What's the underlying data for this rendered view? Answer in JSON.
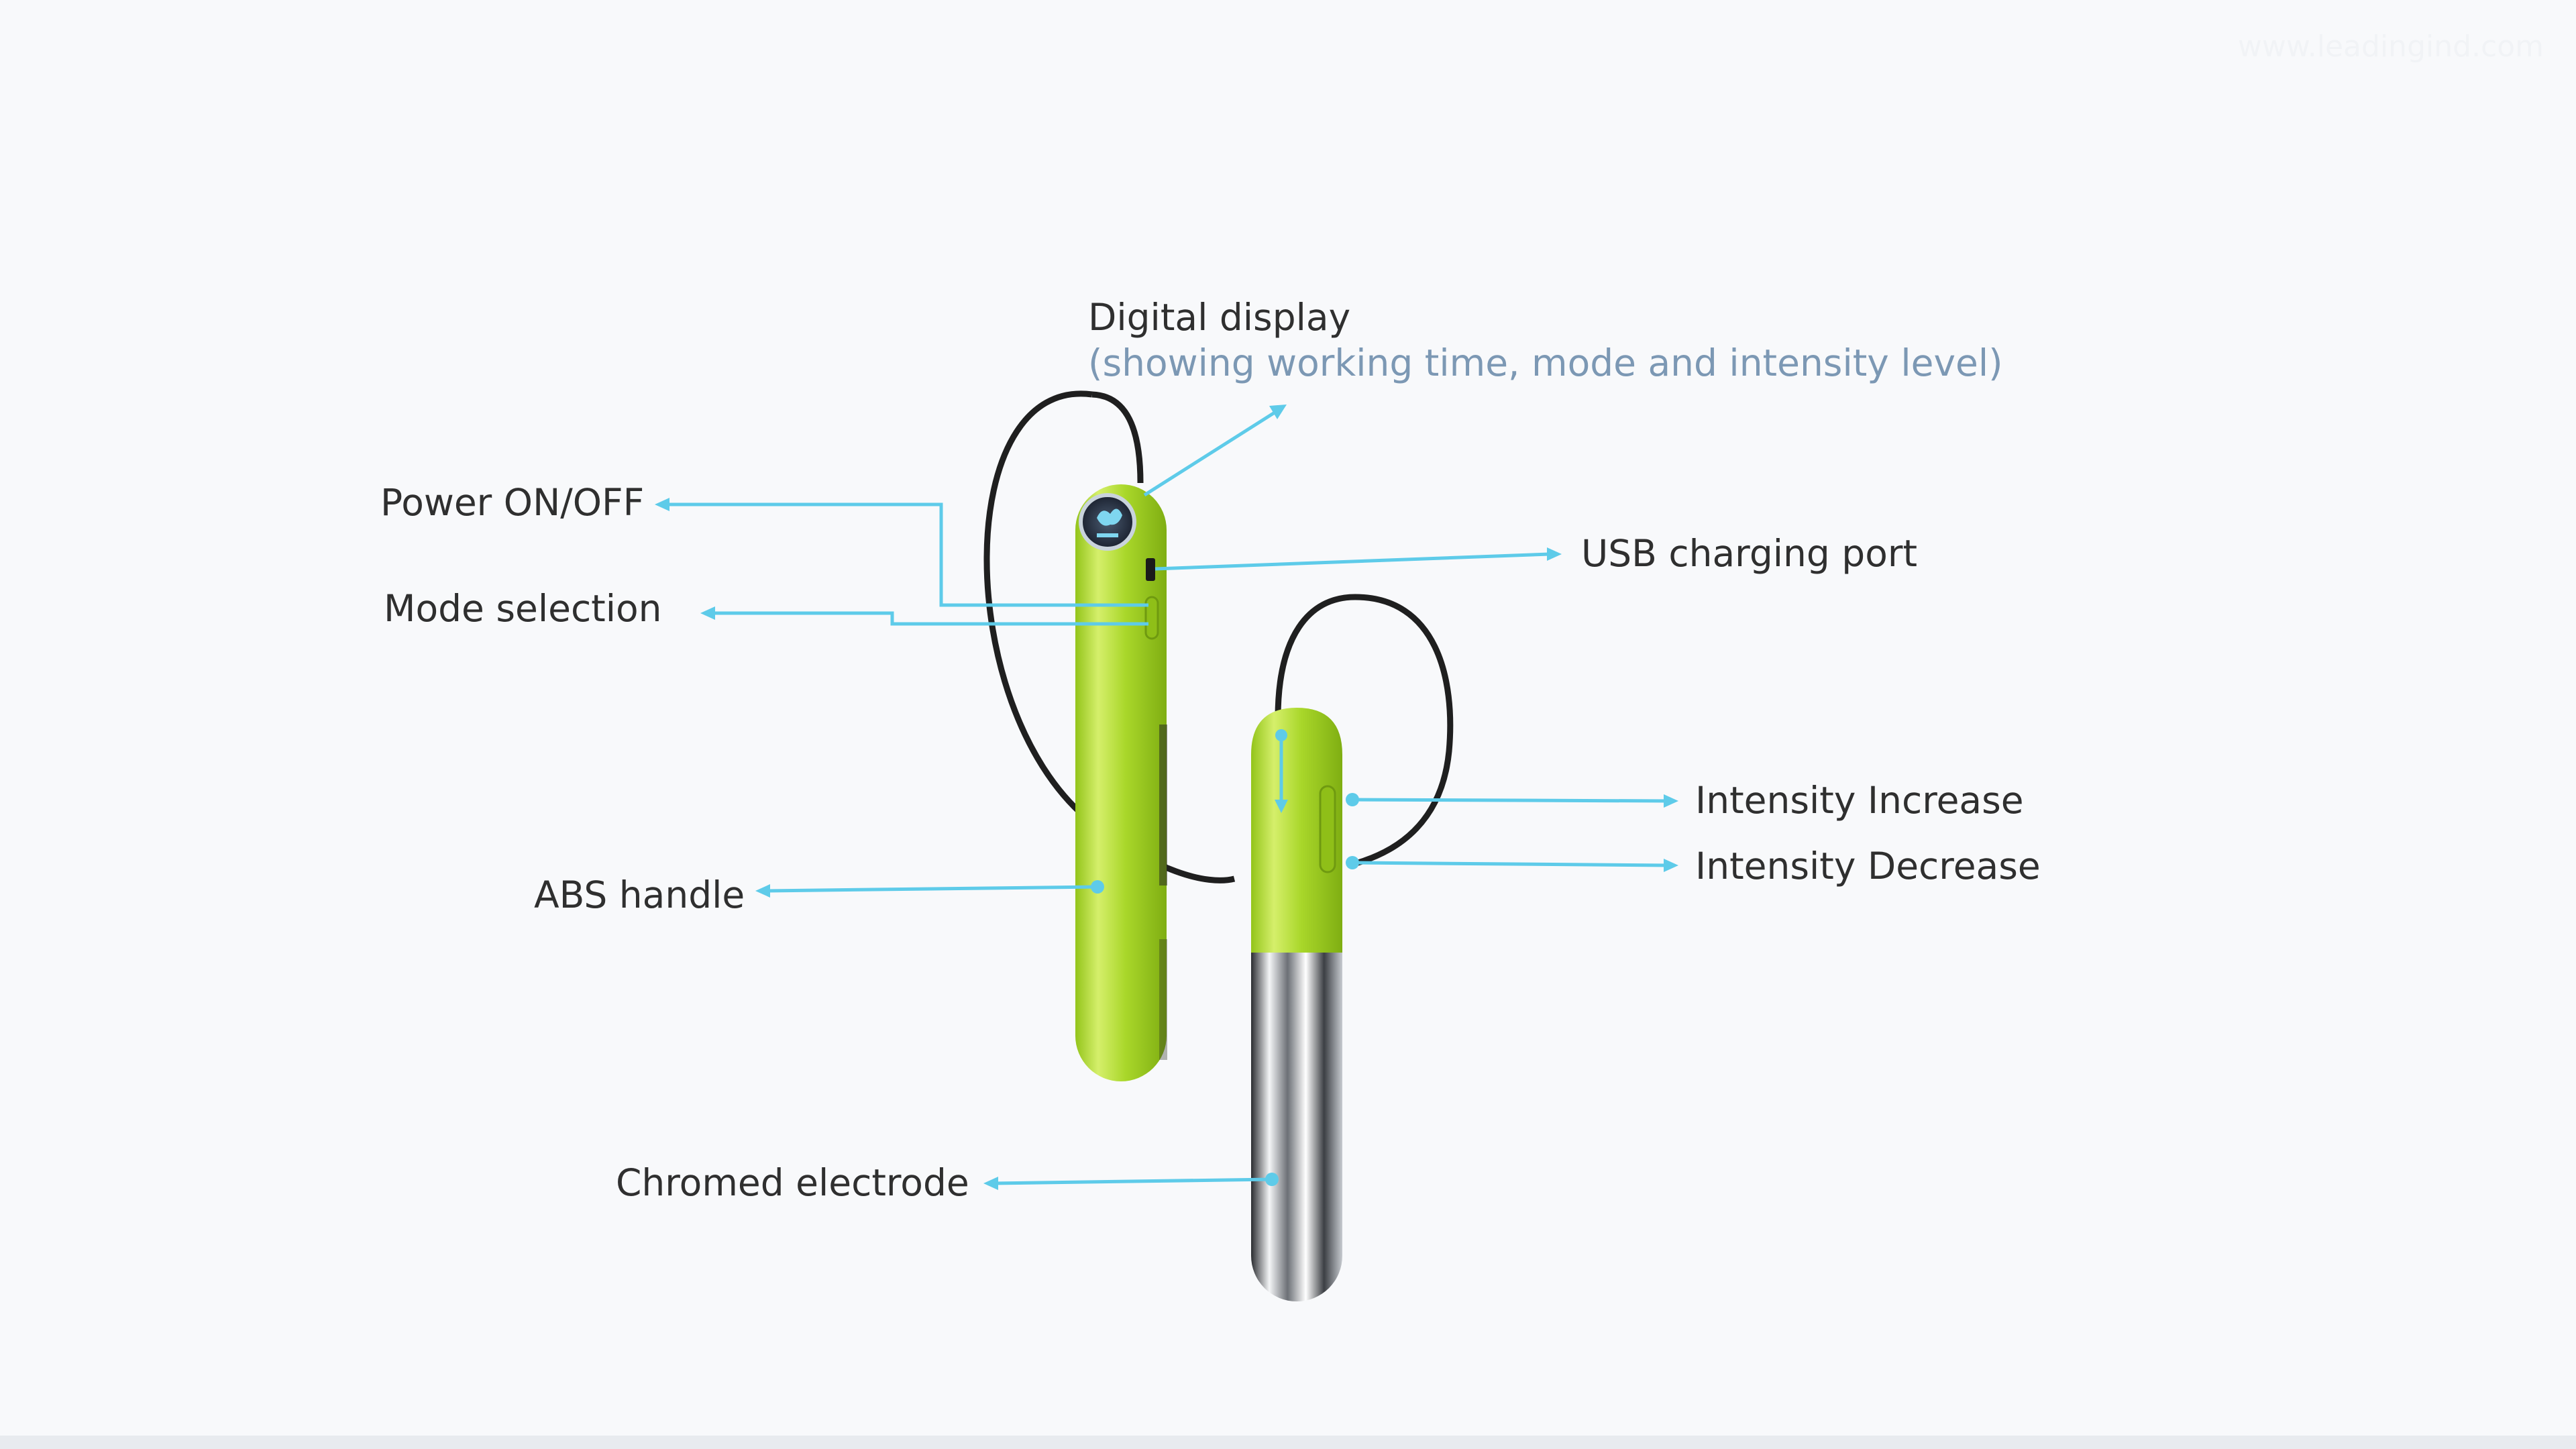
{
  "watermark": "www.leadingind.com",
  "labels": {
    "digital_display": "Digital display",
    "digital_display_sub": "(showing working time, mode and intensity level)",
    "power": "Power ON/OFF",
    "mode": "Mode selection",
    "usb": "USB charging port",
    "abs_handle": "ABS handle",
    "intensity_increase": "Intensity Increase",
    "intensity_decrease": "Intensity Decrease",
    "electrode": "Chromed electrode"
  },
  "colors": {
    "background": "#f8f9fb",
    "arrow": "#5ecbe9",
    "handle_green": "#a9d72a",
    "chrome": "#8c9095",
    "cable": "#1f1f1f",
    "text": "#2f2f2f",
    "subtext": "#7c98b4"
  }
}
